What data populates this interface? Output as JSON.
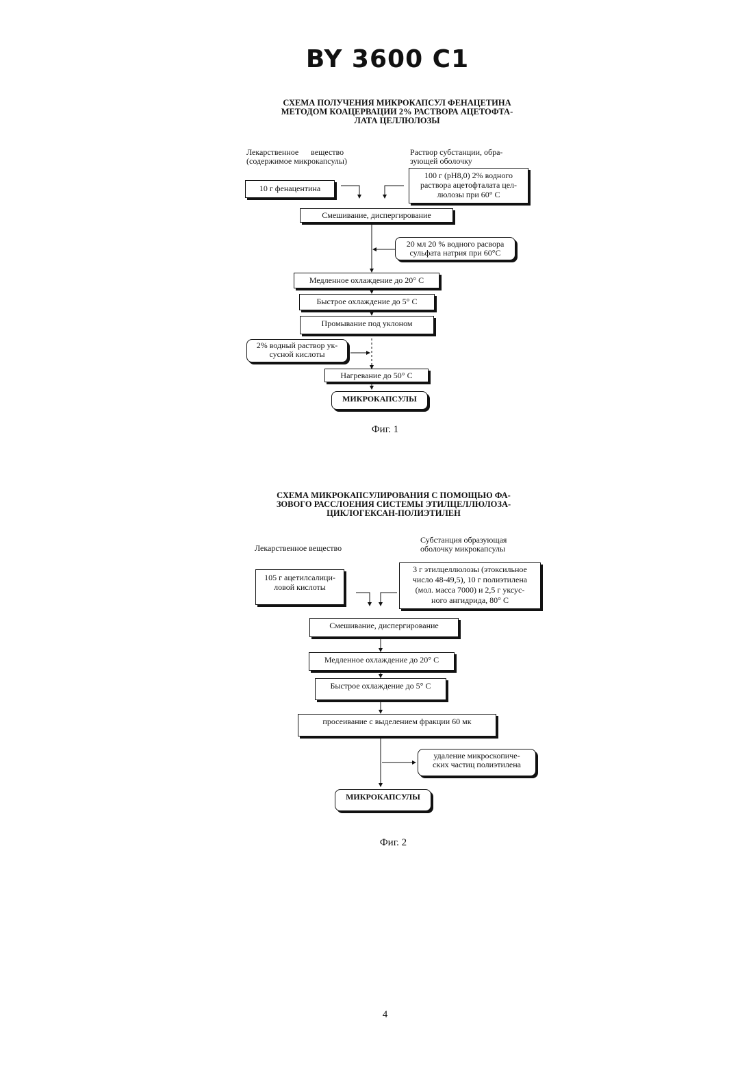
{
  "document_number": "BY 3600 C1",
  "page_number": "4",
  "figure1": {
    "title_lines": [
      "СХЕМА ПОЛУЧЕНИЯ МИКРОКАПСУЛ ФЕНАЦЕТИНА",
      "МЕТОДОМ КОАЦЕРВАЦИИ 2% РАСТВОРА АЦЕТОФТА-",
      "ЛАТА ЦЕЛЛЮЛОЗЫ"
    ],
    "left_header_lines": [
      "Лекарственное      вещество",
      "(содержимое микрокапсулы)"
    ],
    "right_header_lines": [
      "Раствор субстанции, обра-",
      "зующей оболочку"
    ],
    "drug_box": "10 г фенацентина",
    "solution_box_lines": [
      "100 г (pH8,0) 2% водного",
      "раствора ацетофталата цел-",
      "люлозы при 60° С"
    ],
    "step_mixing": "Смешивание, диспергирование",
    "sulfate_box_lines": [
      "20 мл 20 % водного раcвора",
      "сульфата натрия при 60°С"
    ],
    "step_slow_cool": "Медленное охлаждение до 20° С",
    "step_fast_cool": "Быстрое охлаждение до 5° С",
    "step_wash": "Промывание под уклоном",
    "acid_box_lines": [
      "2% водный раствор ук-",
      "сусной кислоты"
    ],
    "step_heat": "Нагревание до 50° С",
    "result": "МИКРОКАПСУЛЫ",
    "caption": "Фиг. 1"
  },
  "figure2": {
    "title_lines": [
      "СХЕМА МИКРОКАПСУЛИРОВАНИЯ С ПОМОЩЬЮ ФА-",
      "ЗОВОГО РАССЛОЕНИЯ СИСТЕМЫ ЭТИЛЦЕЛЛЮЛОЗА-",
      "ЦИКЛОГЕКСАН-ПОЛИЭТИЛЕН"
    ],
    "left_header": "Лекарственное вещество",
    "right_header_lines": [
      "Субстанция образующая",
      "оболочку микрокапсулы"
    ],
    "drug_box_lines": [
      "105 г ацетилсалици-",
      "ловой кислоты"
    ],
    "substance_box_lines": [
      "3 г этилцеллюлозы (этоксильное",
      "число 48-49,5), 10 г полиэтилена",
      "(мол. масса 7000) и 2,5 г уксус-",
      "ного ангидрида, 80° С"
    ],
    "step_mixing": "Смешивание, диспергирование",
    "step_slow_cool": "Медленное охлаждение до 20° С",
    "step_fast_cool": "Быстрое охлаждение до 5° С",
    "step_sieve": "просеивание с выделением фракции 60 мк",
    "removal_box_lines": [
      "удаление микроскопиче-",
      "ских частиц полиэтилена"
    ],
    "result": "МИКРОКАПСУЛЫ",
    "caption": "Фиг. 2"
  }
}
